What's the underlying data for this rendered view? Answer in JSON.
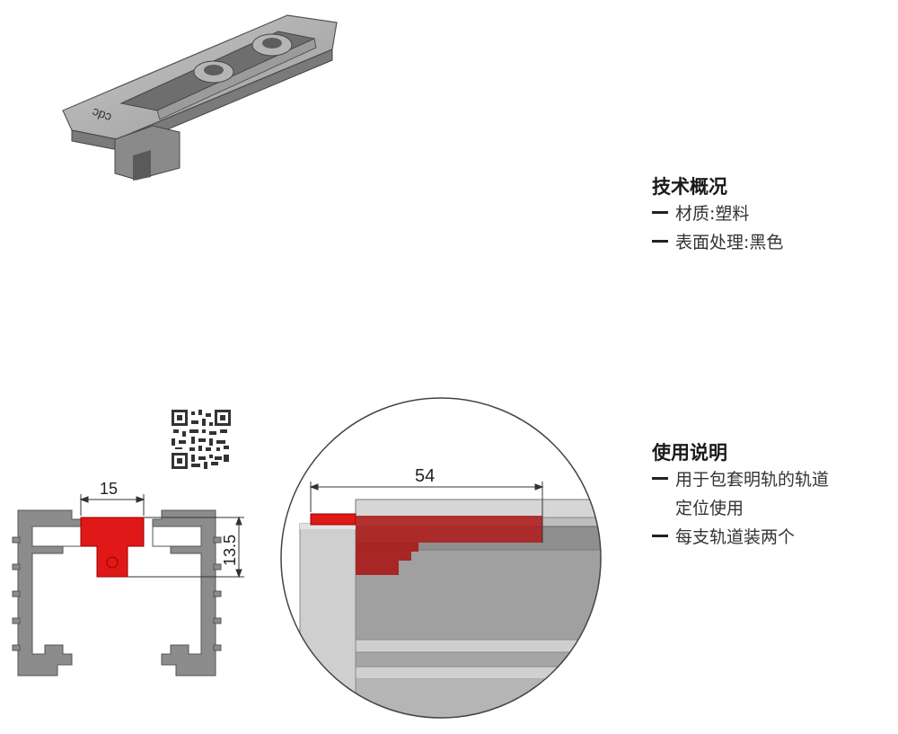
{
  "product": {
    "logo_text": "ᴐpᴐ"
  },
  "tech": {
    "title": "技术概况",
    "items": [
      "材质:塑料",
      "表面处理:黑色"
    ]
  },
  "usage": {
    "title": "使用说明",
    "items": [
      "用于包套明轨的轨道",
      "定位使用",
      "每支轨道装两个"
    ]
  },
  "dimensions": {
    "width": "15",
    "height": "13.5",
    "length": "54"
  },
  "colors": {
    "part": "#e01818",
    "profile": "#8c8c8c",
    "dim": "#333333"
  }
}
